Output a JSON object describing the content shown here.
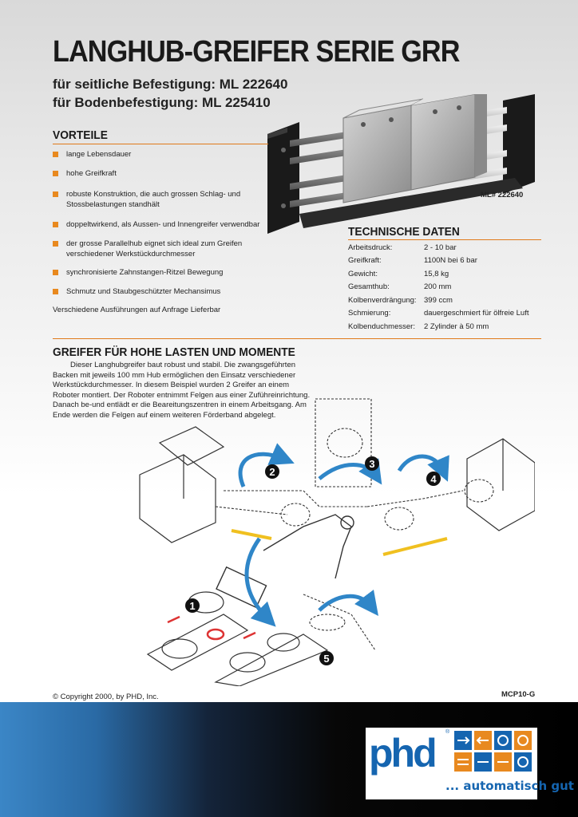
{
  "title": "LANGHUB-GREIFER SERIE GRR",
  "subtitles": [
    "für seitliche Befestigung: ML 222640",
    "für Bodenbefestigung: ML 225410"
  ],
  "vorteile": {
    "heading": "VORTEILE",
    "items": [
      "lange Lebensdauer",
      "hohe Greifkraft",
      "robuste Konstruktion, die auch grossen Schlag- und Stossbelastungen standhält",
      "doppeltwirkend, als Aussen- und Innengreifer verwendbar",
      "der grosse Parallelhub eignet sich ideal zum Greifen verschiedener Werkstückdurchmesser",
      "synchronisierte Zahnstangen-Ritzel Bewegung",
      "Schmutz und Staubgeschützter Mechansimus"
    ],
    "note": "Verschiedene Ausführungen auf Anfrage Lieferbar"
  },
  "product_label": "ML# 222640",
  "technical": {
    "heading": "TECHNISCHE DATEN",
    "rows": [
      {
        "key": "Arbeitsdruck:",
        "value": "2 - 10 bar"
      },
      {
        "key": "Greifkraft:",
        "value": "1100N bei 6 bar"
      },
      {
        "key": "Gewicht:",
        "value": "15,8 kg"
      },
      {
        "key": "Gesamthub:",
        "value": "200 mm"
      },
      {
        "key": "Kolbenverdrängung:",
        "value": "399 ccm"
      },
      {
        "key": "Schmierung:",
        "value": "dauergeschmiert für ölfreie Luft"
      },
      {
        "key": "Kolbenduchmesser:",
        "value": "2 Zylinder à 50 mm"
      }
    ]
  },
  "application": {
    "heading": "GREIFER FÜR HOHE LASTEN UND MOMENTE",
    "paragraph": "Dieser Langhubgreifer baut robust und stabil. Die zwangsgeführten Backen mit jeweils 100 mm Hub ermöglichen den Einsatz verschiedener Werkstückdurchmesser. In diesem Beispiel wurden 2 Greifer an einem Roboter montiert. Der Roboter entnimmt Felgen aus einer Zuführeinrichtung. Danach be-und entlädt er die Beareitungszentren in einem Arbeitsgang. Am Ende werden die Felgen auf einem weiteren Förderband abgelegt.",
    "steps": [
      "1",
      "2",
      "3",
      "4",
      "5"
    ]
  },
  "footer": {
    "copyright": "© Copyright 2000, by PHD, Inc.",
    "code": "MCP10-G",
    "logo": "phd",
    "registered": "®",
    "slogan": "... automatisch gut"
  },
  "colors": {
    "accent": "#e8891f",
    "arrow_blue": "#2f86c8",
    "footer_blue": "#3b86c6",
    "logo_blue": "#1565b0"
  }
}
